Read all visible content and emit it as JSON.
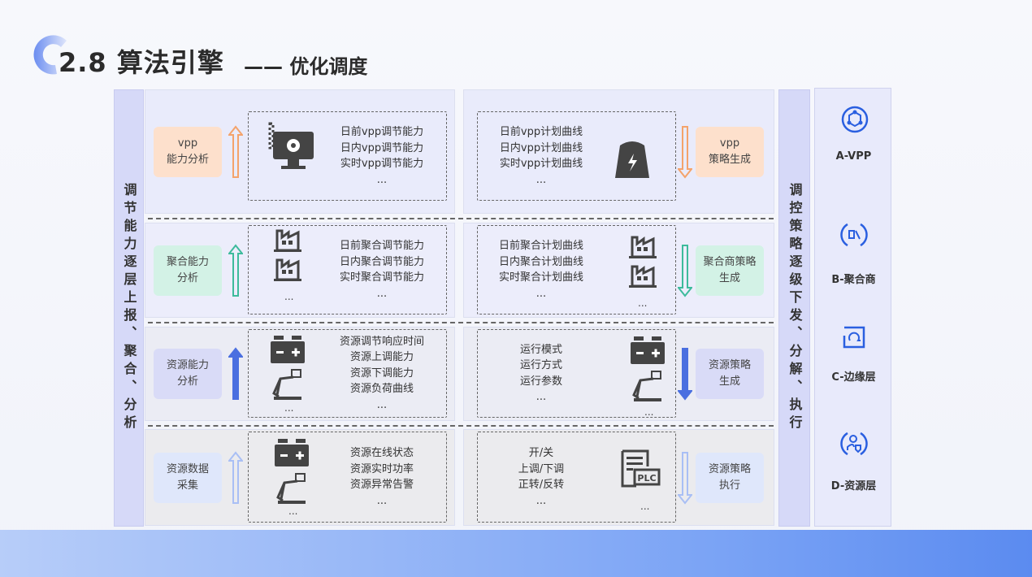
{
  "header": {
    "title": "2.8 算法引擎",
    "subtitle": "—— 优化调度"
  },
  "left_bar": "调节能力逐层上报、聚合、分析",
  "right_bar": "调控策略逐级下发、分解、执行",
  "levels": [
    {
      "label": "A-VPP",
      "icon": "vpp-hub-icon"
    },
    {
      "label": "B-聚合商",
      "icon": "aggregator-icon"
    },
    {
      "label": "C-边缘层",
      "icon": "edge-cycle-icon"
    },
    {
      "label": "D-资源层",
      "icon": "resource-user-icon"
    }
  ],
  "rows": [
    {
      "left_label": "vpp\n能力分析",
      "left_lines": [
        "日前vpp调节能力",
        "日内vpp调节能力",
        "实时vpp调节能力",
        "..."
      ],
      "right_lines": [
        "日前vpp计划曲线",
        "日内vpp计划曲线",
        "实时vpp计划曲线",
        "..."
      ],
      "right_label": "vpp\n策略生成"
    },
    {
      "left_label": "聚合能力\n分析",
      "left_lines": [
        "日前聚合调节能力",
        "日内聚合调节能力",
        "实时聚合调节能力",
        "..."
      ],
      "right_lines": [
        "日前聚合计划曲线",
        "日内聚合计划曲线",
        "实时聚合计划曲线",
        "..."
      ],
      "right_label": "聚合商策略\n生成"
    },
    {
      "left_label": "资源能力\n分析",
      "left_lines": [
        "资源调节响应时间",
        "资源上调能力",
        "资源下调能力",
        "资源负荷曲线",
        "..."
      ],
      "right_lines": [
        "运行模式",
        "运行方式",
        "运行参数",
        "..."
      ],
      "right_label": "资源策略\n生成"
    },
    {
      "left_label": "资源数据\n采集",
      "left_lines": [
        "资源在线状态",
        "资源实时功率",
        "资源异常告警",
        "..."
      ],
      "right_lines": [
        "开/关",
        "上调/下调",
        "正转/反转",
        "..."
      ],
      "right_label": "资源策略\n执行"
    }
  ],
  "ellipsis": "...",
  "plc": "PLC",
  "colors": {
    "row1": "#fde0cc",
    "row2": "#d3f2e6",
    "row3": "#d9dbf7",
    "row4": "#dfe7fb",
    "arrow1": "#f4a36b",
    "arrow2": "#3dbb9c",
    "arrow3": "#4a6fe0",
    "arrow4": "#a9bff5"
  }
}
